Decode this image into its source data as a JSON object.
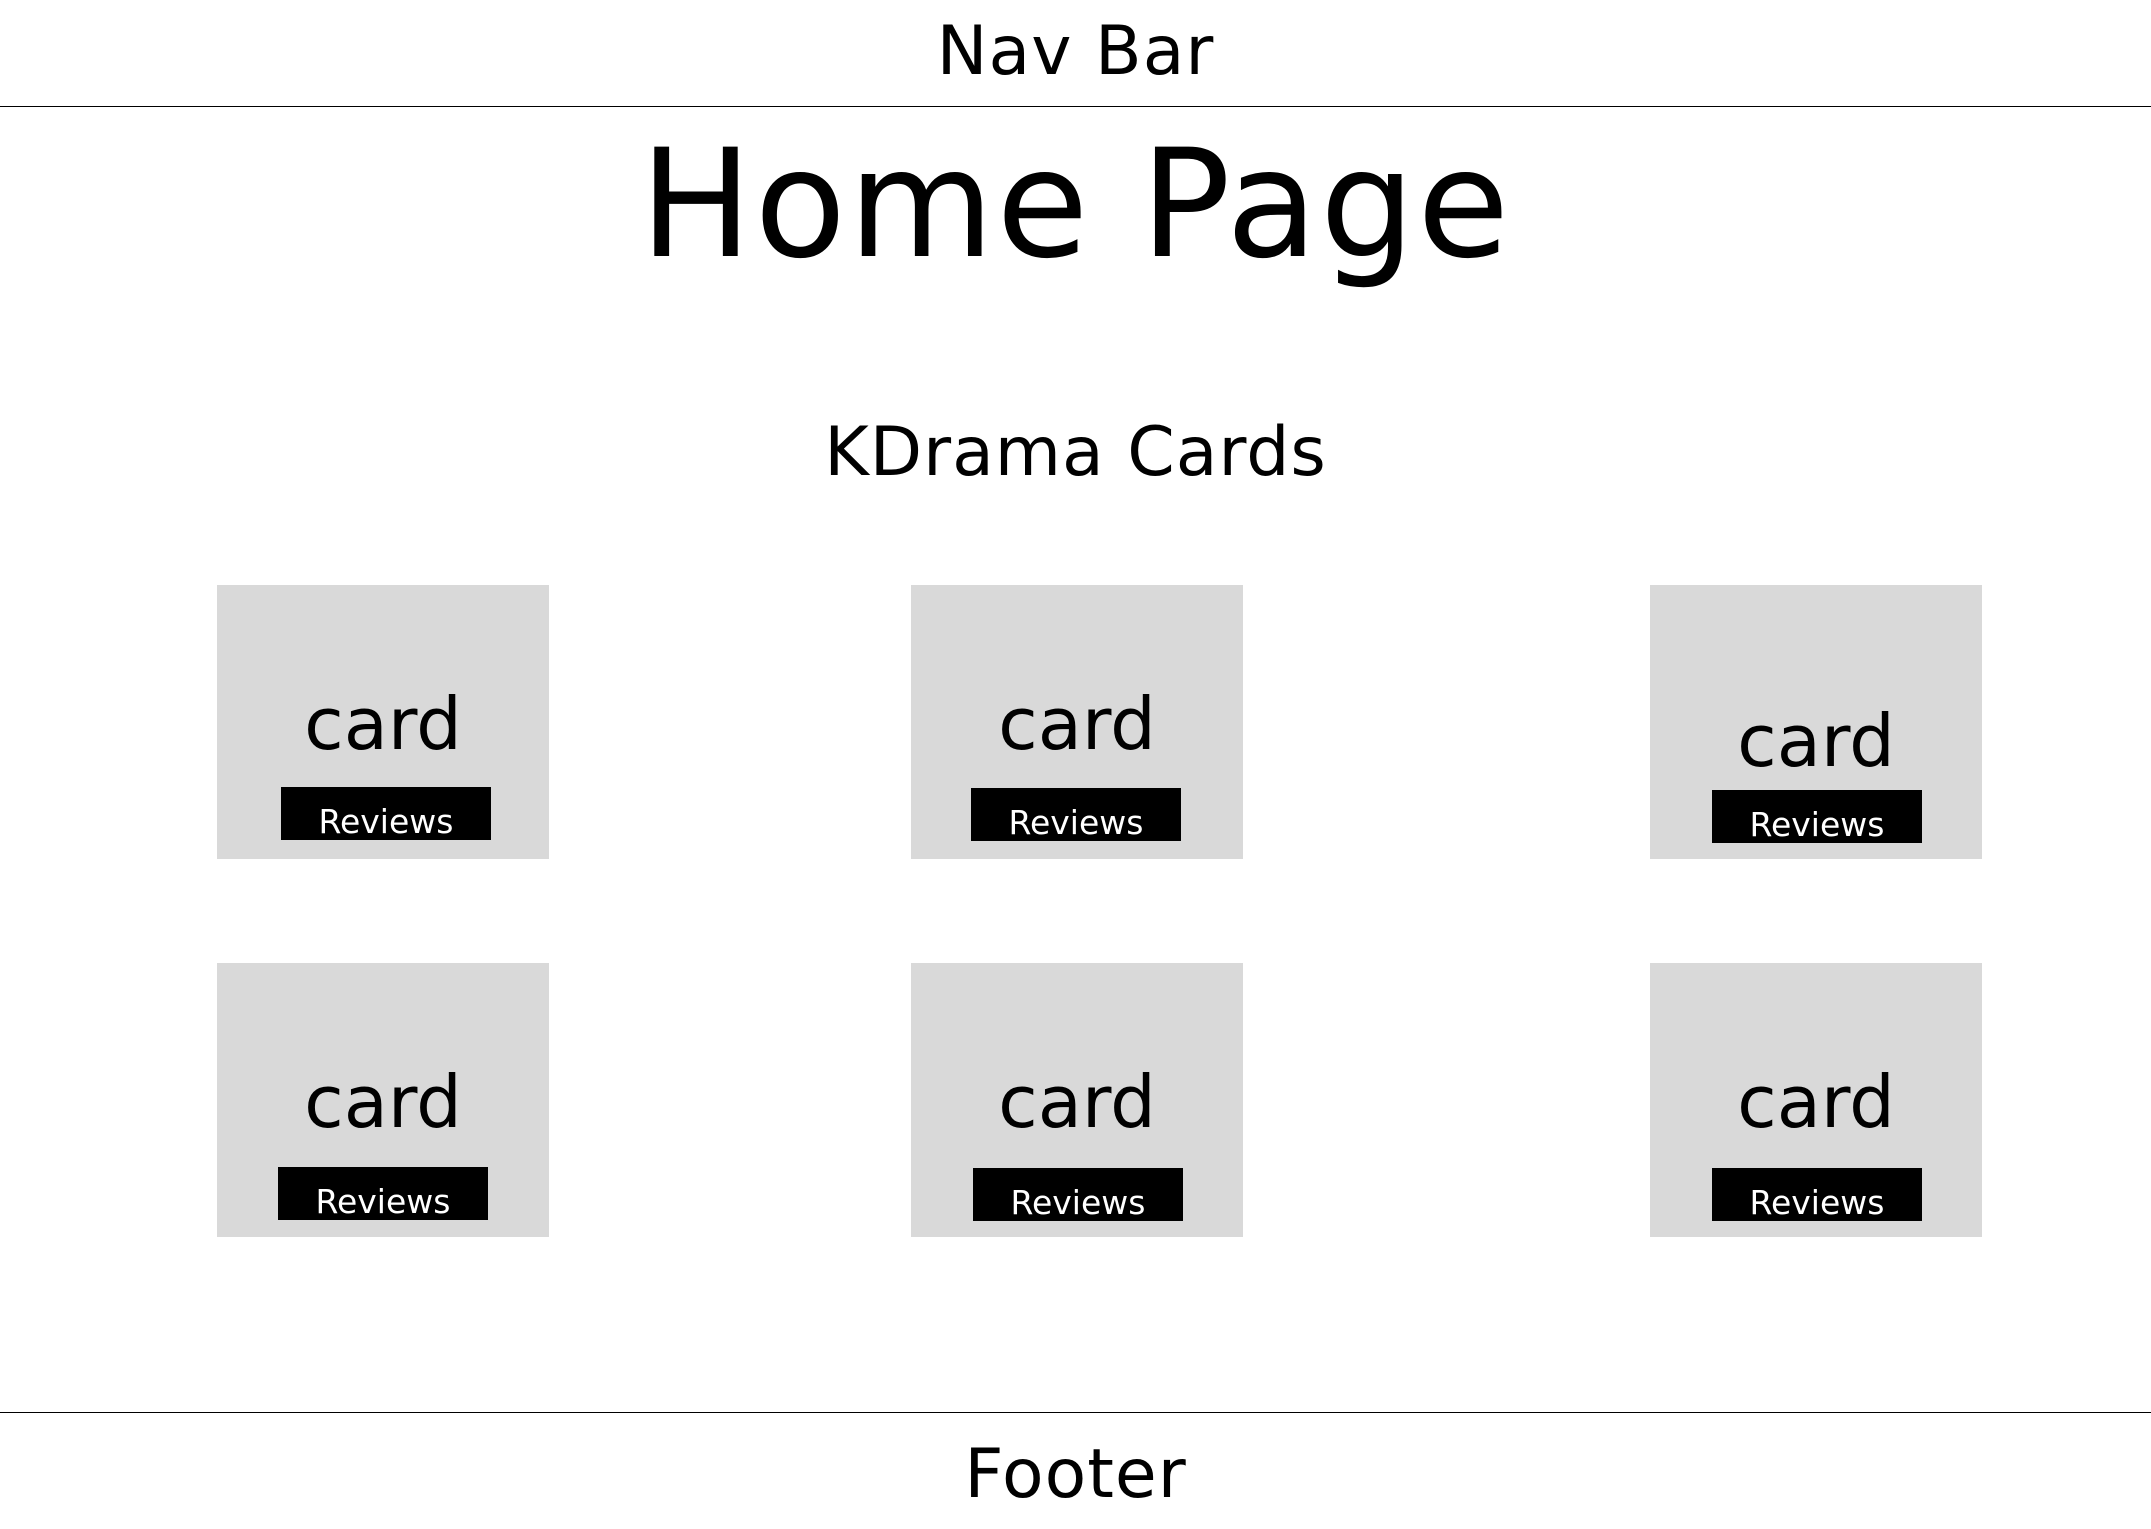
{
  "nav": {
    "label": "Nav Bar"
  },
  "page": {
    "title": "Home Page"
  },
  "section": {
    "title": "KDrama Cards"
  },
  "cards": [
    {
      "label": "card",
      "button": "Reviews"
    },
    {
      "label": "card",
      "button": "Reviews"
    },
    {
      "label": "card",
      "button": "Reviews"
    },
    {
      "label": "card",
      "button": "Reviews"
    },
    {
      "label": "card",
      "button": "Reviews"
    },
    {
      "label": "card",
      "button": "Reviews"
    }
  ],
  "footer": {
    "label": "Footer"
  },
  "colors": {
    "card_background": "#d9d9d9",
    "button_background": "#000000",
    "button_text": "#ffffff"
  }
}
